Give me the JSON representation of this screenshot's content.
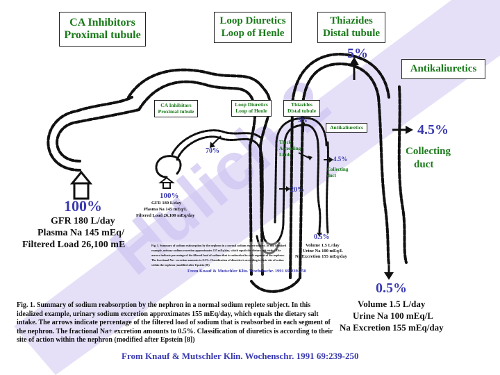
{
  "large_boxes": {
    "ca": [
      "CA Inhibitors",
      "Proximal tubule"
    ],
    "loop": [
      "Loop Diuretics",
      "Loop of Henle"
    ],
    "thiazide": [
      "Thiazides",
      "Distal tubule"
    ],
    "anti": "Antikaliuretics"
  },
  "small_boxes": {
    "ca": [
      "CA Inhibitors",
      "Proximal tubule"
    ],
    "loop": [
      "Loop Diuretics",
      "Loop of Henle"
    ],
    "thiazide": [
      "Thiazides",
      "Distal tubule"
    ],
    "anti": "Antikaliuretics"
  },
  "large_values": {
    "pct_100": "100%",
    "gfr": "GFR 180 L/day",
    "plasma": "Plasma Na 145 mEq/",
    "filtered": "Filtered Load 26,100 mE",
    "pct_5": "5%",
    "pct_4_5": "4.5%",
    "collecting": [
      "Collecting",
      "duct"
    ],
    "pct_0_5": "0.5%",
    "volume": "Volume 1.5 L/day",
    "urine": "Urine Na 100 mEq/L",
    "excretion": "Na Excretion 155 mEq/day"
  },
  "small_values": {
    "pct_100": "100%",
    "gfr": "GFR 180 L/day",
    "plasma": "Plasma Na 145 mEq/L",
    "filtered": "Filtered Load 26,100 mEq/day",
    "pct_70": "70%",
    "pct_20": "20%",
    "pct_5": "5%",
    "pct_4_5": "4.5%",
    "thick": [
      "Thick",
      "Ascending",
      "Limb"
    ],
    "collecting": [
      "Collecting",
      "duct"
    ],
    "pct_0_5": "0.5%",
    "volume": "Volume 1.5 L/day",
    "urine": "Urine Na 100 mEq/L",
    "excretion": "Na Excretion 155 mEq/day"
  },
  "caption": {
    "text": "Fig. 1. Summary of sodium reabsorption by the nephron in a normal sodium replete subject. In this idealized example, urinary sodium excretion approximates 155 mEq/day, which equals the dietary salt intake. The arrows indicate percentage of the filtered load of sodium that is reabsorbed in each segment of the nephron. The fractional Na+ excretion amounts to 0.5%. Classification of diuretics is according to their site of action within the nephron (modified after Epstein [8])",
    "small_text": "Fig. 1. Summary of sodium reabsorption by the nephron in a normal sodium replete subject. In this idealized example, urinary sodium excretion approximates 155 mEq/day, which equals the dietary salt intake. The arrows indicate percentage of the filtered load of sodium that is reabsorbed in each segment of the nephron. The fractional Na+ excretion amounts to 0.5%. Classification of diuretics is according to their site of action within the nephron (modified after Epstein [8])"
  },
  "source": "From Knauf & Mutschler Klin. Wochenschr. 1991 69:239-250",
  "small_source": "From Knauf & Mutschler Klin. Wochenschr. 1991 69:239-250",
  "watermark": "Hulich 2",
  "colors": {
    "label_green": "#1a7a1a",
    "value_blue": "#3a3ab0",
    "watermark": "#cfc6f2",
    "tubule": "#111111"
  }
}
